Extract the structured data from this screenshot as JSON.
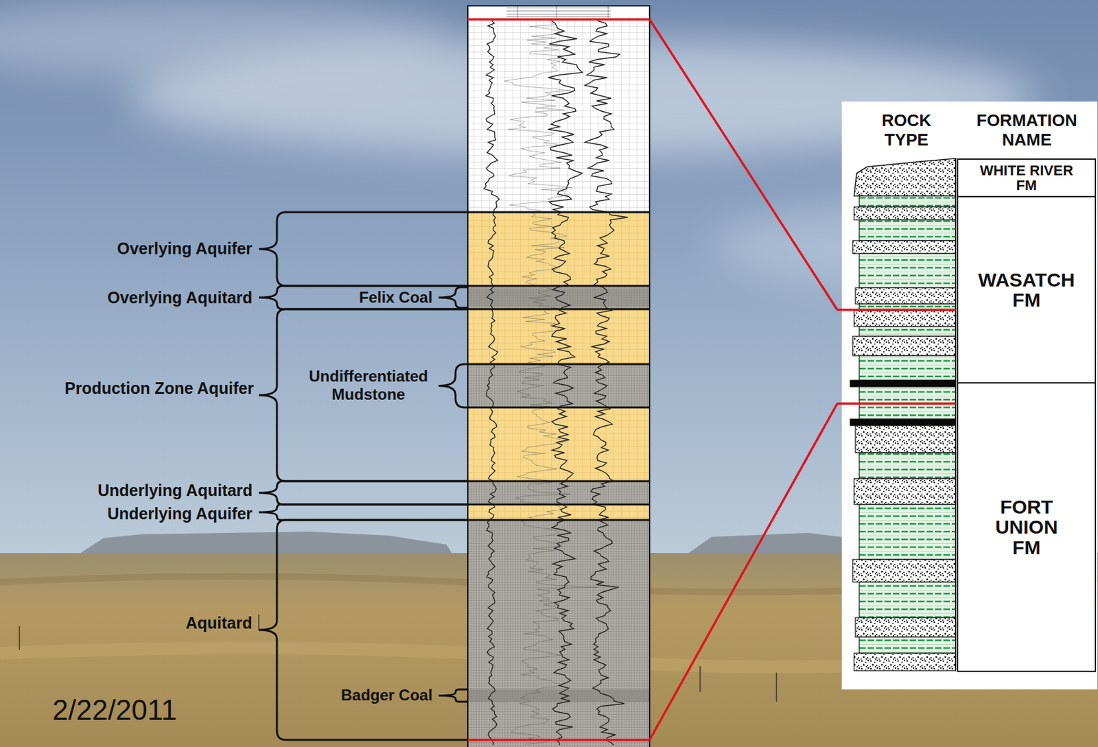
{
  "diagram": {
    "nodes": [
      {
        "text": [
          "WHITE RIVER FM"
        ]
      },
      {
        "text": [
          "WASATCH FM"
        ]
      },
      {
        "text": [
          "FORT UNION FM"
        ]
      }
    ],
    "labels": [
      "Overlying Aquifer",
      "Overlying Aquitard",
      "Felix Coal",
      "Production Zone Aquifer",
      "Undifferentiated Mudstone",
      "Underlying Aquitard",
      "Underlying Aquifer",
      "Aquitard",
      "Badger Coal",
      "2/22/2011",
      "ROCK TYPE",
      "FORMATION NAME"
    ]
  }
}
